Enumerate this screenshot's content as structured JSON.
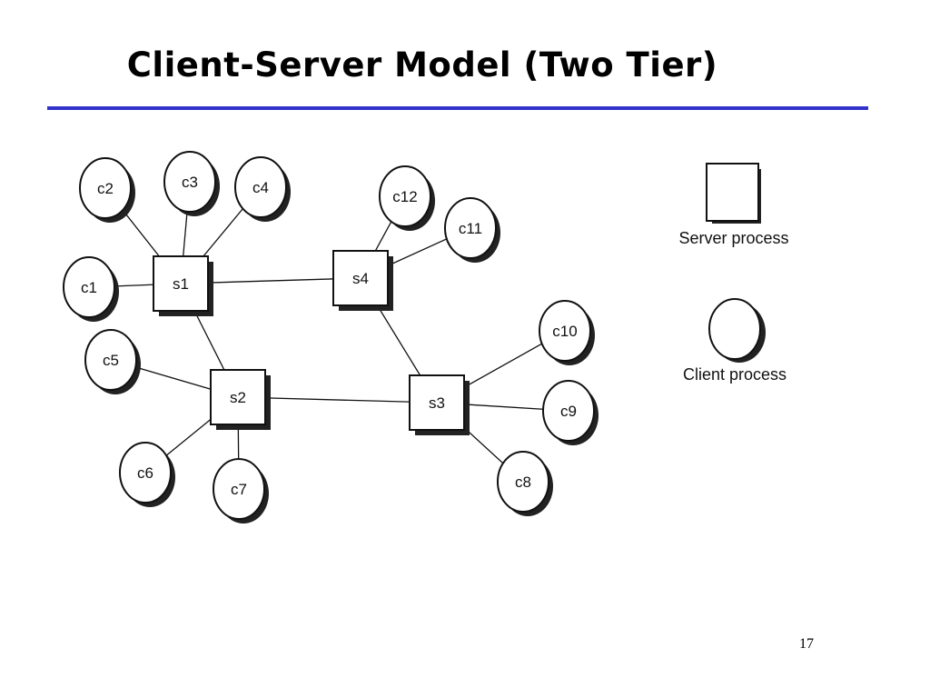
{
  "slide": {
    "title": "Client-Server Model (Two Tier)",
    "page_number": "17"
  },
  "colors": {
    "rule": "#3333cc",
    "ink": "#111111",
    "shadow": "#222222"
  },
  "diagram": {
    "servers": [
      {
        "id": "s1",
        "label": "s1"
      },
      {
        "id": "s2",
        "label": "s2"
      },
      {
        "id": "s3",
        "label": "s3"
      },
      {
        "id": "s4",
        "label": "s4"
      }
    ],
    "clients": [
      {
        "id": "c1",
        "label": "c1"
      },
      {
        "id": "c2",
        "label": "c2"
      },
      {
        "id": "c3",
        "label": "c3"
      },
      {
        "id": "c4",
        "label": "c4"
      },
      {
        "id": "c5",
        "label": "c5"
      },
      {
        "id": "c6",
        "label": "c6"
      },
      {
        "id": "c7",
        "label": "c7"
      },
      {
        "id": "c8",
        "label": "c8"
      },
      {
        "id": "c9",
        "label": "c9"
      },
      {
        "id": "c10",
        "label": "c10"
      },
      {
        "id": "c11",
        "label": "c11"
      },
      {
        "id": "c12",
        "label": "c12"
      }
    ],
    "links": [
      [
        "s1",
        "s4"
      ],
      [
        "s1",
        "s2"
      ],
      [
        "s2",
        "s3"
      ],
      [
        "s4",
        "s3"
      ],
      [
        "s1",
        "c1"
      ],
      [
        "s1",
        "c2"
      ],
      [
        "s1",
        "c3"
      ],
      [
        "s1",
        "c4"
      ],
      [
        "s4",
        "c12"
      ],
      [
        "s4",
        "c11"
      ],
      [
        "s2",
        "c5"
      ],
      [
        "s2",
        "c6"
      ],
      [
        "s2",
        "c7"
      ],
      [
        "s3",
        "c10"
      ],
      [
        "s3",
        "c9"
      ],
      [
        "s3",
        "c8"
      ]
    ],
    "legend": {
      "server_label": "Server process",
      "client_label": "Client process"
    }
  }
}
